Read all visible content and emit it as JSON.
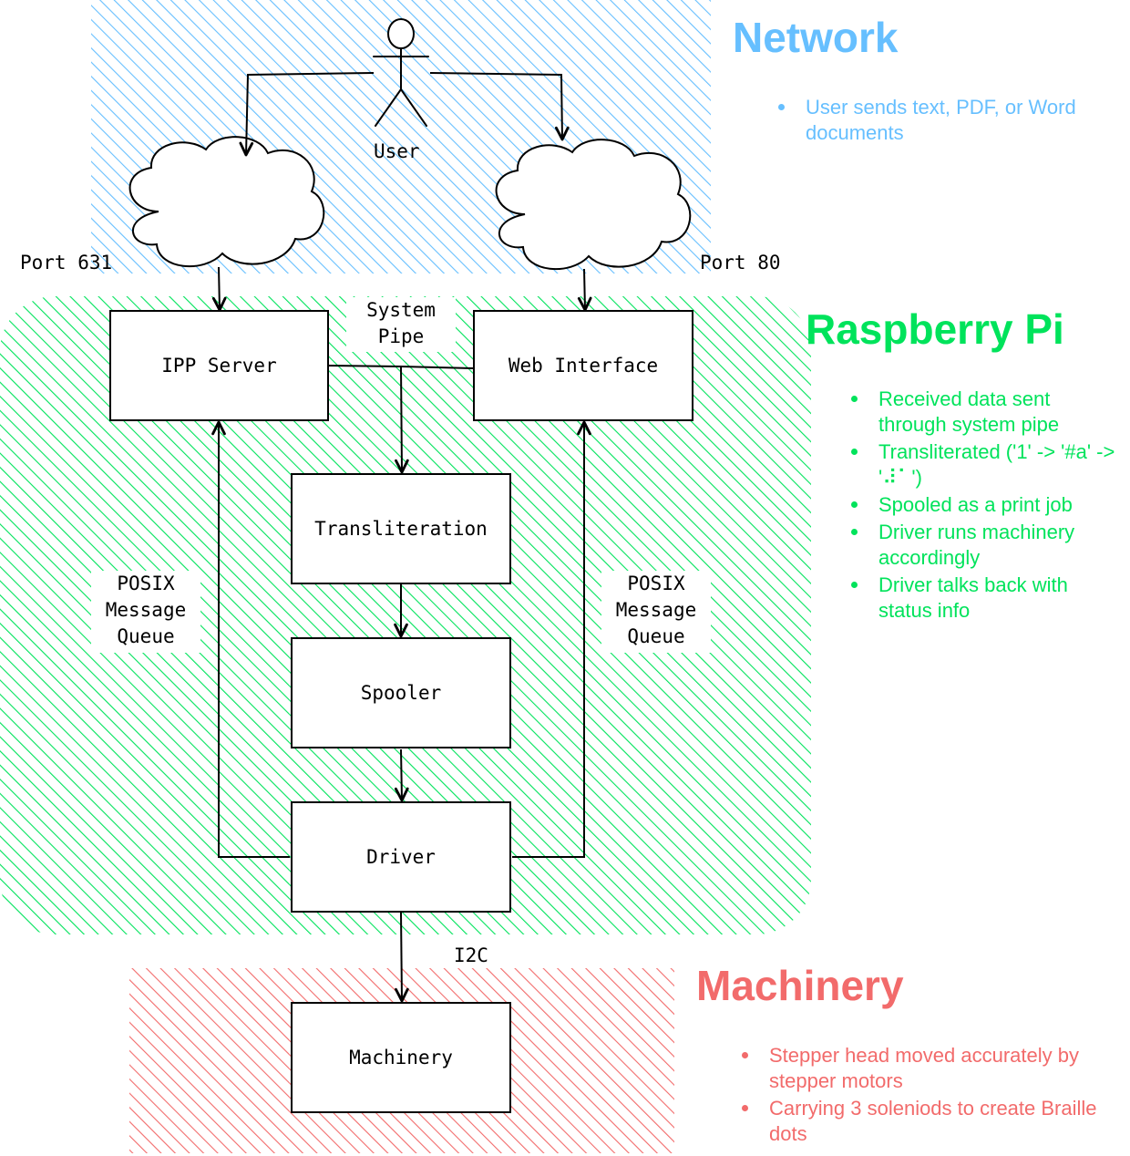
{
  "colors": {
    "network": "#66bfff",
    "pi": "#00e35b",
    "machinery": "#f26b6b",
    "stroke": "#000000"
  },
  "sections": {
    "network": {
      "title": "Network",
      "bullets": [
        "User sends text, PDF, or Word documents"
      ]
    },
    "pi": {
      "title": "Raspberry Pi",
      "bullets": [
        "Received data sent through system pipe",
        "Transliterated ('1' -> '#a' -> '⠼⠁')",
        "Spooled as a print job",
        "Driver runs machinery accordingly",
        "Driver talks back with status info"
      ]
    },
    "machinery": {
      "title": "Machinery",
      "bullets": [
        "Stepper head moved accurately by stepper motors",
        "Carrying 3 soleniods to create Braille dots"
      ]
    }
  },
  "nodes": {
    "user": "User",
    "ipp_server": "IPP Server",
    "web_interface": "Web Interface",
    "transliteration": "Transliteration",
    "spooler": "Spooler",
    "driver": "Driver",
    "machinery": "Machinery"
  },
  "edge_labels": {
    "port_631": "Port 631",
    "port_80": "Port 80",
    "system_pipe_line1": "System",
    "system_pipe_line2": "Pipe",
    "posix_left": [
      "POSIX",
      "Message",
      "Queue"
    ],
    "posix_right": [
      "POSIX",
      "Message",
      "Queue"
    ],
    "i2c": "I2C"
  },
  "icons": {
    "user": "stick-figure-icon",
    "cloud_left": "cloud-icon",
    "cloud_right": "cloud-icon"
  }
}
